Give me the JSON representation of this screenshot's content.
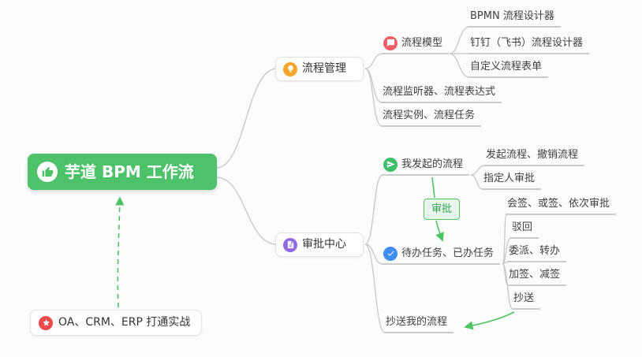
{
  "colors": {
    "root_bg": "#4ec26a",
    "connector_gray": "#cbcbcb",
    "arrow_green": "#4cc263",
    "orange": "#f7a42b",
    "purple": "#9069e0",
    "rose": "#ee5e68",
    "green": "#3fbf6b",
    "blue": "#3d8df5",
    "red": "#ef4a4a"
  },
  "icons": {
    "root": "thumbs-up-icon",
    "process_mgmt": "lightbulb-icon",
    "approval_center": "document-icon",
    "process_model": "chat-bubble-icon",
    "my_process": "send-icon",
    "tasks": "check-icon",
    "practice": "star-icon"
  },
  "root": {
    "label": "芋道 BPM 工作流"
  },
  "practice": {
    "label": "OA、CRM、ERP 打通实战"
  },
  "approval_tag": {
    "label": "审批"
  },
  "process_mgmt": {
    "label": "流程管理",
    "model": {
      "label": "流程模型",
      "items": [
        "BPMN 流程设计器",
        "钉钉（飞书）流程设计器",
        "自定义流程表单"
      ]
    },
    "listener": "流程监听器、流程表达式",
    "instance": "流程实例、流程任务"
  },
  "approval_center": {
    "label": "审批中心",
    "my_process": {
      "label": "我发起的流程",
      "items": [
        "发起流程、撤销流程",
        "指定人审批"
      ]
    },
    "tasks": {
      "label": "待办任务、已办任务",
      "items": [
        "会签、或签、依次审批",
        "驳回",
        "委派、转办",
        "加签、减签",
        "抄送"
      ]
    },
    "cc": "抄送我的流程"
  }
}
